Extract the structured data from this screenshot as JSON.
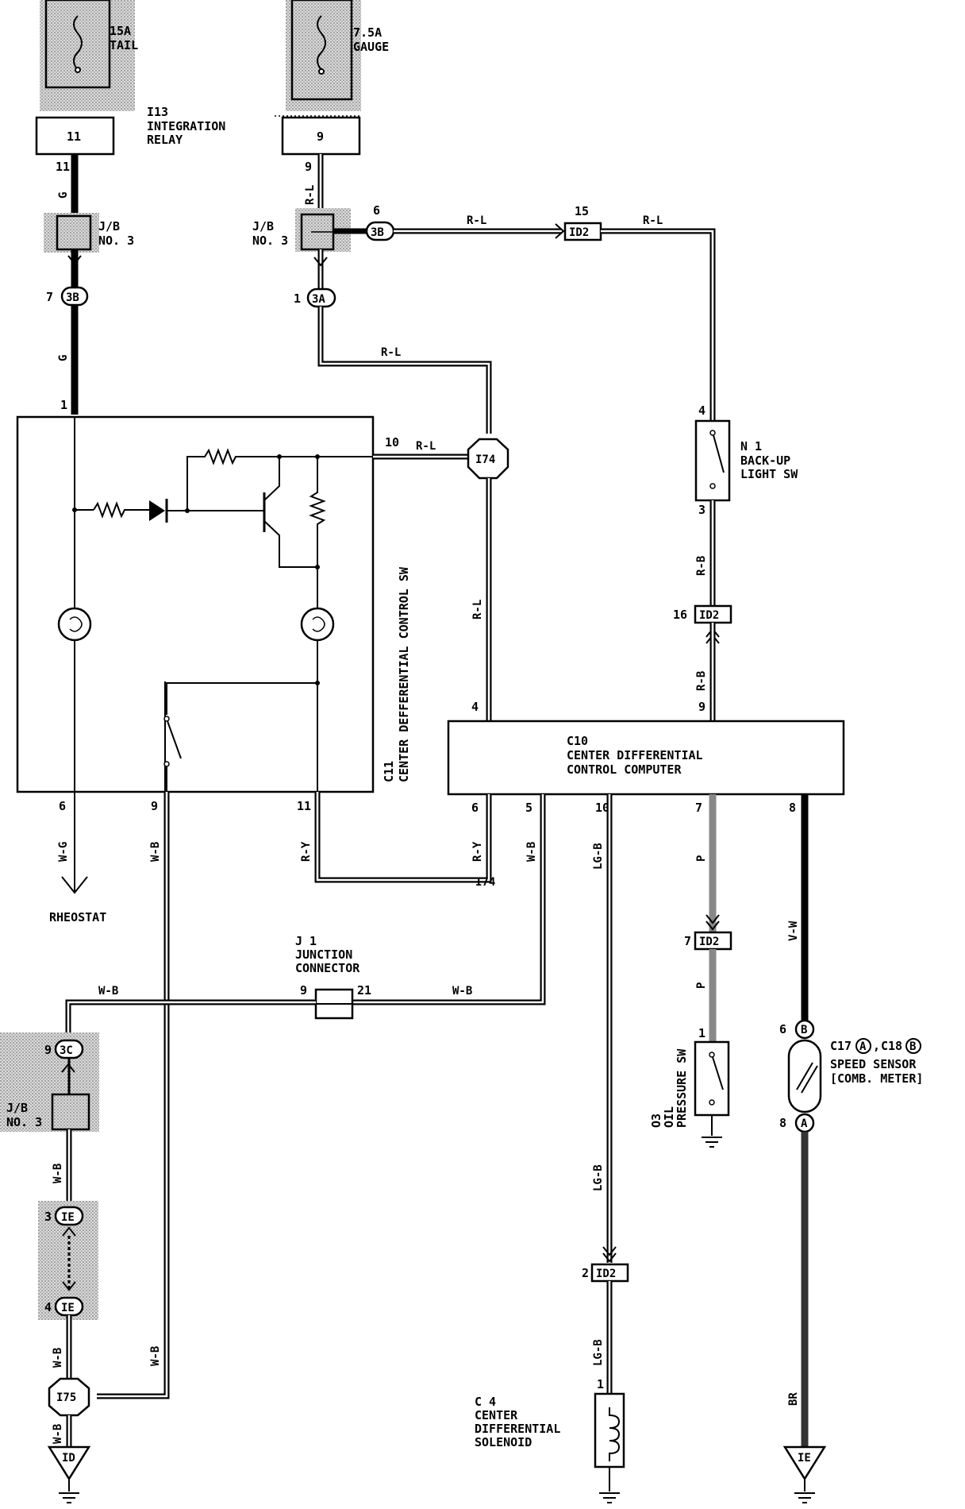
{
  "fuses": {
    "tail": {
      "rating": "15A",
      "name": "TAIL"
    },
    "gauge": {
      "rating": "7.5A",
      "name": "GAUGE"
    }
  },
  "relay": {
    "code": "I13",
    "name_line1": "INTEGRATION",
    "name_line2": "RELAY",
    "pin_left": "11",
    "pin_right": "9"
  },
  "jb_top_left": {
    "line1": "J/B",
    "line2": "NO. 3",
    "wire_pin": "11",
    "wire": "G",
    "conn_out": "3B",
    "conn_out_pin": "7",
    "wire_out": "G",
    "sw_pin": "1"
  },
  "jb_top_right": {
    "line1": "J/B",
    "line2": "NO. 3",
    "wire_pin": "9",
    "wire": "R-L",
    "conn_side": "3B",
    "conn_side_pin": "6",
    "conn_down": "3A",
    "conn_down_pin": "1"
  },
  "wires": {
    "rl_top": "R-L",
    "rl_top2": "R-L",
    "rl_loop": "R-L",
    "rl_i74": "R-L",
    "rl_down": "R-L",
    "rb_upper": "R-B",
    "rb_lower": "R-B",
    "wg": "W-G",
    "wb_9": "W-B",
    "ry_left": "R-Y",
    "ry_right": "R-Y",
    "wb_5": "W-B",
    "lgb_1": "LG-B",
    "p_1": "P",
    "vw": "V-W",
    "wb_j1_left": "W-B",
    "wb_j1_right": "W-B",
    "wb_jb3": "W-B",
    "wb_ie": "W-B",
    "wb_i75": "W-B",
    "wb_gnd": "W-B",
    "lgb_2": "LG-B",
    "lgb_3": "LG-B",
    "p_2": "P",
    "br": "BR"
  },
  "connectors": {
    "id2_15": {
      "code": "ID2",
      "pin": "15"
    },
    "id2_16": {
      "code": "ID2",
      "pin": "16"
    },
    "id2_7": {
      "code": "ID2",
      "pin": "7"
    },
    "id2_2": {
      "code": "ID2",
      "pin": "2"
    },
    "i74": "I74",
    "i75": "I75",
    "jb3_3c": {
      "code": "3C",
      "pin": "9"
    },
    "ie_3": {
      "code": "IE",
      "pin": "3"
    },
    "ie_4": {
      "code": "IE",
      "pin": "4"
    }
  },
  "c11": {
    "code": "C11",
    "name_line1": "CENTER DEFFERENTIAL CONTROL SW",
    "pin_10": "10",
    "pin_6": "6",
    "pin_9": "9",
    "pin_11": "11"
  },
  "n1": {
    "code": "N 1",
    "name_line1": "BACK-UP",
    "name_line2": "LIGHT SW",
    "pin_top": "4",
    "pin_bottom": "3"
  },
  "c10": {
    "code": "C10",
    "name_line1": "CENTER DIFFERENTIAL",
    "name_line2": "CONTROL COMPUTER",
    "pin_4": "4",
    "pin_9": "9",
    "pin_6": "6",
    "pin_5": "5",
    "pin_10": "10",
    "pin_7": "7",
    "pin_8": "8"
  },
  "rheostat": "RHEOSTAT",
  "j1": {
    "code": "J 1",
    "name_line1": "JUNCTION",
    "name_line2": "CONNECTOR",
    "pin_left": "9",
    "pin_right": "21"
  },
  "jb_bottom": {
    "line1": "J/B",
    "line2": "NO. 3"
  },
  "o3": {
    "code": "O3",
    "name_line1": "OIL",
    "name_line2": "PRESSURE SW",
    "pin": "1"
  },
  "speed": {
    "code1": "C17",
    "conn_a": "A",
    "sep": ",",
    "code2": "C18",
    "conn_b": "B",
    "name_line1": "SPEED SENSOR",
    "name_line2": "[COMB. METER]",
    "pin_top": "6",
    "pin_bottom": "8"
  },
  "c4": {
    "code": "C 4",
    "name_line1": "CENTER",
    "name_line2": "DIFFERENTIAL",
    "name_line3": "SOLENOID",
    "pin": "1"
  },
  "grounds": {
    "left": "ID",
    "right": "IE"
  }
}
